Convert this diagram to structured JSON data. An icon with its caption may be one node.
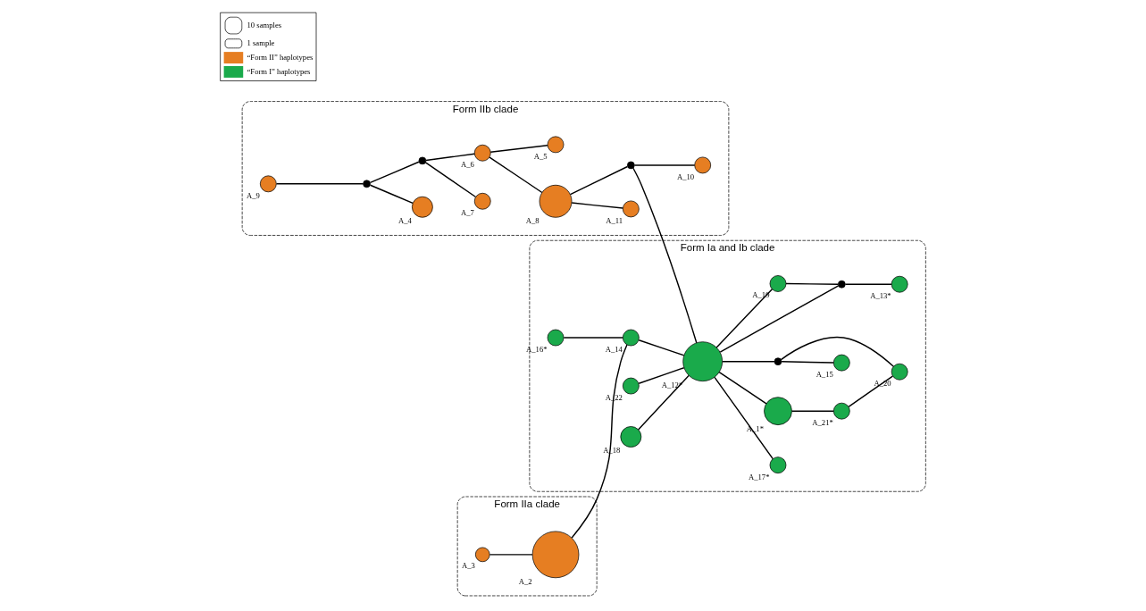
{
  "diagram": {
    "nodes": [
      {
        "text": [
          "Form IIb clade"
        ]
      },
      {
        "text": [],
        "shape": "circle",
        "beside": [
          "A_9"
        ],
        "in": 0
      },
      {
        "text": [],
        "shape": "circle",
        "in": 0
      },
      {
        "text": [],
        "shape": "circle",
        "beside": [
          "A_4"
        ],
        "in": 0
      },
      {
        "text": [],
        "shape": "circle",
        "in": 0
      },
      {
        "text": [],
        "shape": "circle",
        "beside": [
          "A_7"
        ],
        "in": 0
      },
      {
        "text": [],
        "shape": "circle",
        "beside": [
          "A_6"
        ],
        "in": 0
      },
      {
        "text": [],
        "shape": "circle",
        "beside": [
          "A_8"
        ],
        "in": 0
      },
      {
        "text": [],
        "shape": "circle",
        "beside": [
          "A_5"
        ],
        "in": 0
      },
      {
        "text": [],
        "shape": "circle",
        "beside": [
          "A_11"
        ],
        "in": 0
      },
      {
        "text": [],
        "shape": "circle",
        "in": 0
      },
      {
        "text": [],
        "shape": "circle",
        "beside": [
          "A_10"
        ],
        "in": 0
      },
      {
        "text": [
          "Form IIa clade"
        ]
      },
      {
        "text": [],
        "shape": "circle",
        "beside": [
          "A_3"
        ],
        "in": 12
      },
      {
        "text": [],
        "shape": "circle",
        "beside": [
          "A_2"
        ],
        "in": 12
      },
      {
        "text": [
          "Form Ia and Ib clade"
        ]
      },
      {
        "text": [],
        "shape": "circle",
        "beside": [
          "A_16*"
        ],
        "in": 15
      },
      {
        "text": [],
        "shape": "circle",
        "beside": [
          "A_14"
        ],
        "in": 15
      },
      {
        "text": [],
        "shape": "circle",
        "beside": [
          "A_22"
        ],
        "in": 15
      },
      {
        "text": [],
        "shape": "circle",
        "beside": [
          "A_18"
        ],
        "in": 15
      },
      {
        "text": [],
        "shape": "circle",
        "beside": [
          "A_12*"
        ],
        "in": 15
      },
      {
        "text": [],
        "shape": "circle",
        "beside": [
          "A_17*"
        ],
        "in": 15
      },
      {
        "text": [],
        "shape": "circle",
        "beside": [
          "A_15"
        ],
        "in": 15
      },
      {
        "text": [],
        "shape": "circle",
        "in": 15
      },
      {
        "text": [],
        "shape": "circle",
        "beside": [
          "A_19"
        ],
        "in": 15
      },
      {
        "text": [],
        "shape": "circle",
        "beside": [
          "A_1*"
        ],
        "in": 15
      },
      {
        "text": [],
        "shape": "circle",
        "in": 15
      },
      {
        "text": [],
        "shape": "circle",
        "beside": [
          "A_20"
        ],
        "in": 15
      },
      {
        "text": [],
        "shape": "circle",
        "beside": [
          "A_13*"
        ],
        "in": 15
      },
      {
        "text": [],
        "shape": "circle",
        "beside": [
          "A_21*"
        ],
        "in": 15
      }
    ],
    "edges": [
      {
        "from": 1,
        "to": 2,
        "arrow": "none"
      },
      {
        "from": 2,
        "to": 3,
        "arrow": "none"
      },
      {
        "from": 2,
        "to": 4,
        "arrow": "none"
      },
      {
        "from": 4,
        "to": 5,
        "arrow": "none"
      },
      {
        "from": 4,
        "to": 6,
        "arrow": "none"
      },
      {
        "from": 6,
        "to": 7,
        "arrow": "none"
      },
      {
        "from": 6,
        "to": 8,
        "arrow": "none"
      },
      {
        "from": 7,
        "to": 9,
        "arrow": "none"
      },
      {
        "from": 7,
        "to": 10,
        "arrow": "none"
      },
      {
        "from": 10,
        "to": 11,
        "arrow": "none"
      },
      {
        "from": 10,
        "to": 20,
        "arrow": "none"
      },
      {
        "from": 13,
        "to": 14,
        "arrow": "none"
      },
      {
        "from": 14,
        "to": 17,
        "arrow": "none"
      },
      {
        "from": 16,
        "to": 17,
        "arrow": "none"
      },
      {
        "from": 17,
        "to": 20,
        "arrow": "none"
      },
      {
        "from": 18,
        "to": 20,
        "arrow": "none"
      },
      {
        "from": 19,
        "to": 20,
        "arrow": "none"
      },
      {
        "from": 20,
        "to": 21,
        "arrow": "none"
      },
      {
        "from": 20,
        "to": 23,
        "arrow": "none"
      },
      {
        "from": 23,
        "to": 22,
        "arrow": "none"
      },
      {
        "from": 23,
        "to": 27,
        "arrow": "none"
      },
      {
        "from": 20,
        "to": 24,
        "arrow": "none"
      },
      {
        "from": 20,
        "to": 26,
        "arrow": "none"
      },
      {
        "from": 24,
        "to": 26,
        "arrow": "none"
      },
      {
        "from": 26,
        "to": 28,
        "arrow": "none"
      },
      {
        "from": 20,
        "to": 25,
        "arrow": "none"
      },
      {
        "from": 25,
        "to": 29,
        "arrow": "none"
      },
      {
        "from": 29,
        "to": 27,
        "arrow": "none"
      }
    ],
    "legend": [
      {
        "text": "10 samples"
      },
      {
        "text": "1 sample"
      },
      {
        "text": "“Form II” haplotypes",
        "color": "#e67e22"
      },
      {
        "text": "“Form I” haplotypes",
        "color": "#1aaa4b"
      }
    ]
  }
}
